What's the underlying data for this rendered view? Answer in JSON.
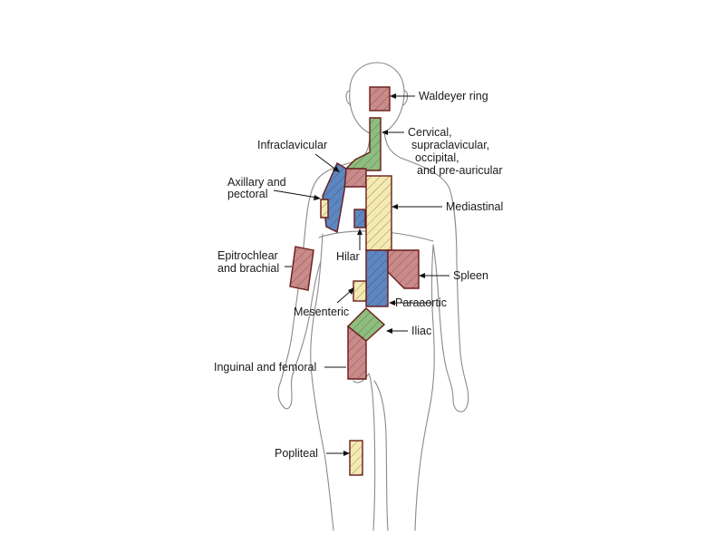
{
  "colors": {
    "red": "#c98a8a",
    "green": "#8cbf7f",
    "blue": "#5b87c2",
    "yellow": "#f3ebb2",
    "border": "#6b1a1a"
  },
  "labels": {
    "waldeyer": "Waldeyer ring",
    "cervical_1": "Cervical,",
    "cervical_2": "supraclavicular,",
    "cervical_3": "occipital,",
    "cervical_4": "and pre-auricular",
    "infraclavicular": "Infraclavicular",
    "axillary_1": "Axillary and",
    "axillary_2": "pectoral",
    "mediastinal": "Mediastinal",
    "hilar": "Hilar",
    "epitrochlear_1": "Epitrochlear",
    "epitrochlear_2": "and brachial",
    "spleen": "Spleen",
    "paraaortic": "Paraaortic",
    "mesenteric": "Mesenteric",
    "iliac": "Iliac",
    "inguinal": "Inguinal and femoral",
    "popliteal": "Popliteal"
  }
}
